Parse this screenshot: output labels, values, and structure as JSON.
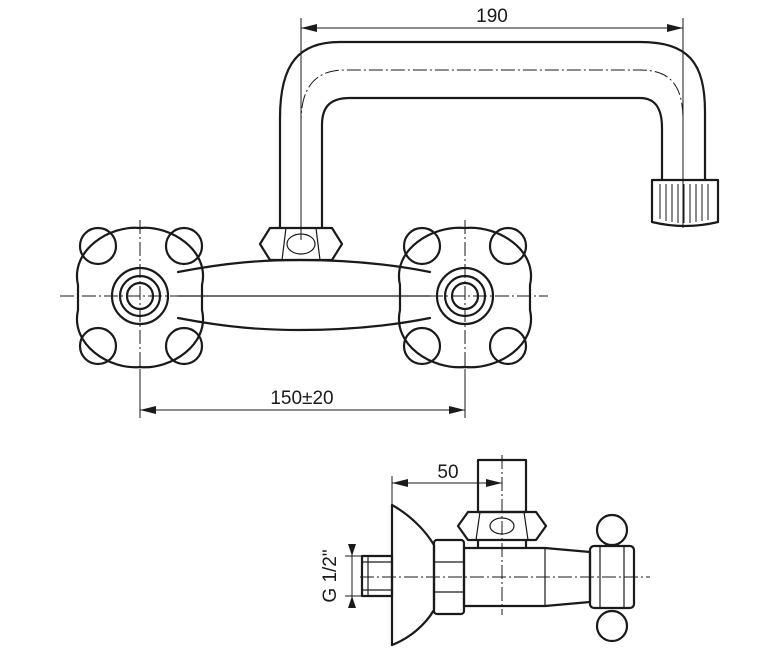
{
  "dimensions": {
    "spout_reach": "190",
    "inlet_spacing": "150±20",
    "wall_offset": "50",
    "thread": "G 1/2\""
  },
  "icons": {
    "faucet_front": "wall-mounted-faucet-front-view",
    "faucet_side": "wall-mounted-faucet-side-view"
  }
}
